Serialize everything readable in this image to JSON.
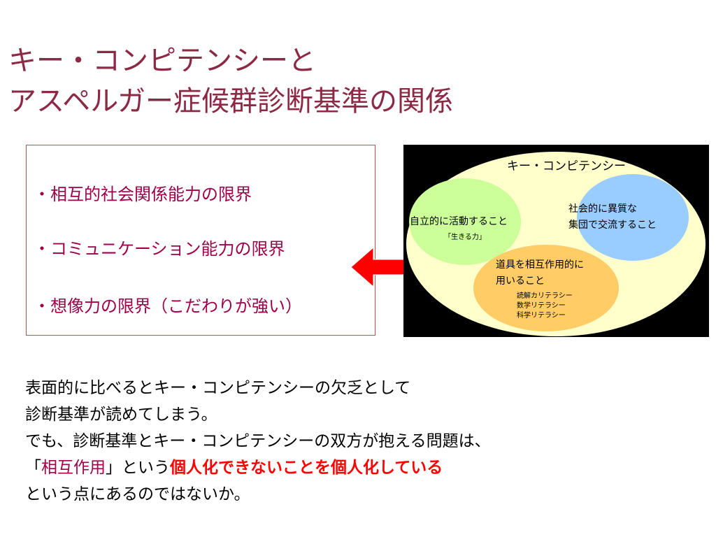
{
  "title": {
    "line1": "キー・コンピテンシーと",
    "line2": "アスペルガー症候群診断基準の関係"
  },
  "criteria": [
    "・相互的社会関係能力の限界",
    "・コミュニケーション能力の限界",
    "・想像力の限界（こだわりが強い）"
  ],
  "diagram": {
    "heading": "キー・コンピテンシー",
    "circle_left": {
      "label": "自立的に活動すること",
      "sub": "「生きる力」"
    },
    "circle_right": {
      "line1": "社会的に異質な",
      "line2": "集団で交流すること"
    },
    "circle_bottom": {
      "line1": "道具を相互作用的に",
      "line2": "用いること",
      "items": [
        "読解カリテラシー",
        "数学リテラシー",
        "科学リテラシー"
      ]
    }
  },
  "conclusion": {
    "line1": "表面的に比べるとキー・コンピテンシーの欠乏として",
    "line2": "診断基準が読めてしまう。",
    "line3": "でも、診断基準とキー・コンピテンシーの双方が抱える問題は、",
    "line4_open": "「",
    "line4_term": "相互作用",
    "line4_mid": "」という",
    "line4_emphasis": "個人化できないことを個人化している",
    "line5": "という点にあるのではないか。"
  },
  "colors": {
    "title": "#8c2a45",
    "criteria_text": "#a0004a",
    "box_border": "#c0504d",
    "arrow": "#ff0000",
    "ellipse": "#ffffcc",
    "circle_left": "#ccff99",
    "circle_right": "#99ccff",
    "circle_bottom": "#ffcc66",
    "emphasis": "#ff0000"
  },
  "icons": {
    "arrow": "double-headed-arrow-icon"
  }
}
